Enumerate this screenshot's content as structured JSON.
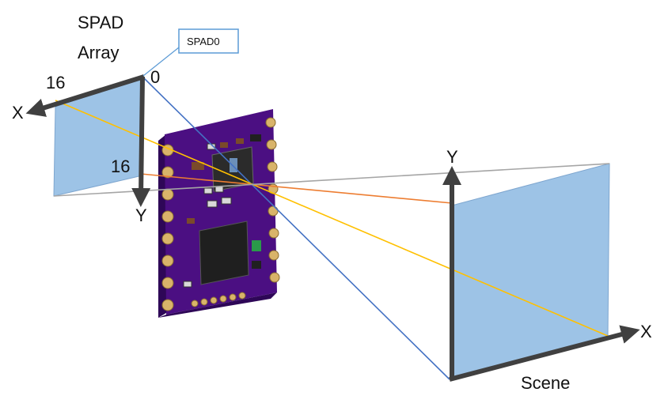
{
  "diagram": {
    "spad_array_label_line1": "SPAD",
    "spad_array_label_line2": "Array",
    "callout_label": "SPAD0",
    "array_origin_label": "0",
    "array_x_max_label": "16",
    "array_y_max_label": "16",
    "array_x_axis_label": "X",
    "array_y_axis_label": "Y",
    "scene_x_axis_label": "X",
    "scene_y_axis_label": "Y",
    "scene_label": "Scene"
  },
  "colors": {
    "plane_fill": "#9dc3e6",
    "axis": "#404040",
    "ray_blue": "#4472c4",
    "ray_yellow": "#ffc000",
    "ray_orange": "#ed7d31",
    "ray_gray": "#a5a5a5",
    "callout_border": "#5b9bd5",
    "pcb": "#4b0f82",
    "pcb_dark": "#2e0757",
    "gold": "#d9b46a",
    "chip": "#1f1f1f"
  }
}
